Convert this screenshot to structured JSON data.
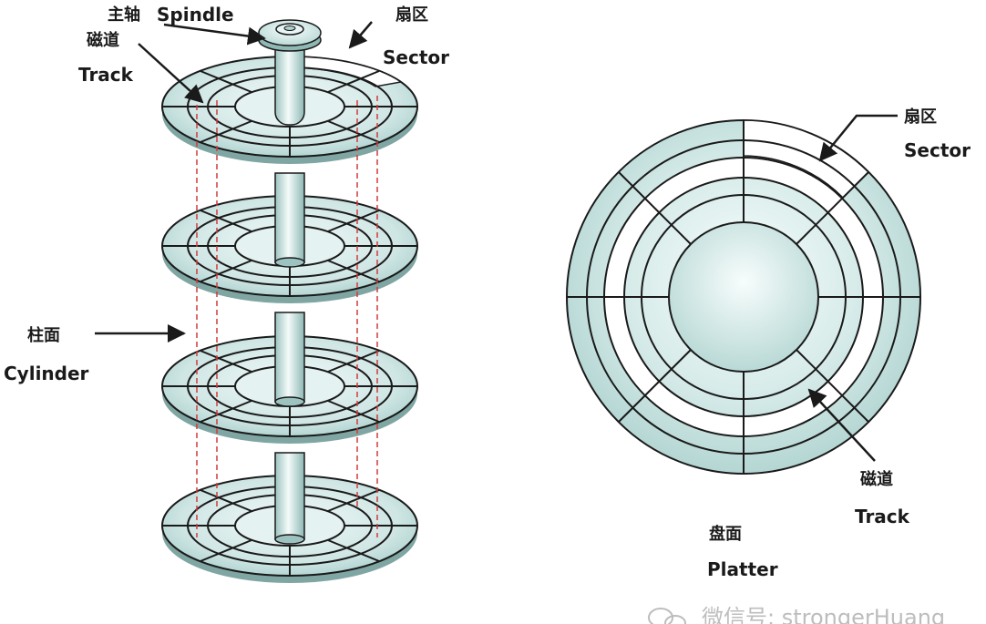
{
  "labels": {
    "spindle_cn": "主轴",
    "spindle_en": "Spindle",
    "sector_cn_left": "扇区",
    "sector_en_left": "Sector",
    "track_cn_left": "磁道",
    "track_en_left": "Track",
    "cylinder_cn": "柱面",
    "cylinder_en": "Cylinder",
    "sector_cn_right": "扇区",
    "sector_en_right": "Sector",
    "track_cn_right": "磁道",
    "track_en_right": "Track",
    "platter_cn": "盘面",
    "platter_en": "Platter"
  },
  "watermark": {
    "text": "微信号: strongerHuang"
  },
  "colors": {
    "platter_fill": "#cfe6e4",
    "platter_edge": "#6e8f8d",
    "line": "#1a1a1a",
    "cylinder_dash": "#d23a3a",
    "sector_highlight": "#ffffff"
  },
  "platters": {
    "count": 4,
    "rings_per_platter": 3,
    "sectors_per_ring": 8
  }
}
